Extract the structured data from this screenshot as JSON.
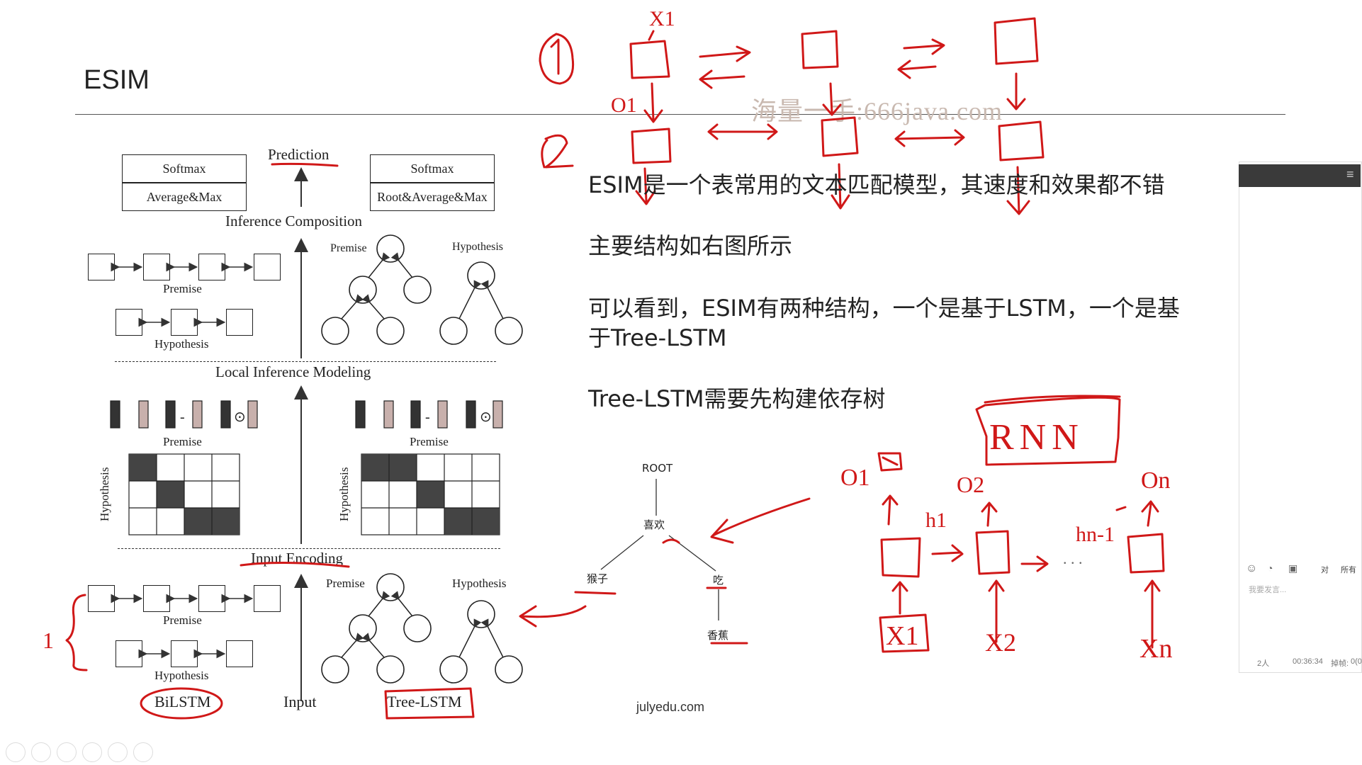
{
  "slide": {
    "title": "ESIM",
    "watermark": "海量一手:666java.com",
    "footer": "julyedu.com"
  },
  "figure": {
    "prediction": "Prediction",
    "softmax_left": "Softmax",
    "avgmax": "Average&Max",
    "softmax_right": "Softmax",
    "root_avgmax": "Root&Average&Max",
    "inference_composition": "Inference Composition",
    "premise": "Premise",
    "hypothesis": "Hypothesis",
    "local_inference": "Local Inference Modeling",
    "input_encoding": "Input Encoding",
    "bilstm": "BiLSTM",
    "input": "Input",
    "tree_lstm": "Tree-LSTM",
    "minus": "-",
    "odot": "⊙"
  },
  "text_block": {
    "line1": "ESIM是一个表常用的文本匹配模型，其速度和效果都不错",
    "line2": "主要结构如右图所示",
    "line3a": "可以看到，ESIM有两种结构，一个是基于LSTM，一个是基",
    "line3b": "于Tree-LSTM",
    "line4": "Tree-LSTM需要先构建依存树"
  },
  "dep_tree": {
    "root": "ROOT",
    "n1": "喜欢",
    "n2": "猴子",
    "n3": "吃",
    "n4": "香蕉"
  },
  "annotations": {
    "circle1": "①",
    "circle2": "②",
    "x1": "X1",
    "o1_top": "O1",
    "rnn": "RNN",
    "o1": "O1",
    "o2": "O2",
    "on": "On",
    "h1": "h1",
    "hn1": "hn-1",
    "dots": ". . .",
    "bx1": "X1",
    "x2": "X2",
    "xn": "Xn",
    "brace_mark": "1"
  },
  "chat": {
    "placeholder": "我要发言...",
    "btn_dui": "对",
    "btn_all": "所有",
    "people": "2人",
    "time": "00:36:34",
    "frame_label": "掉帧:",
    "frame_val": "0(0"
  },
  "colors": {
    "annotation_red": "#d01818",
    "ink": "#222222"
  }
}
